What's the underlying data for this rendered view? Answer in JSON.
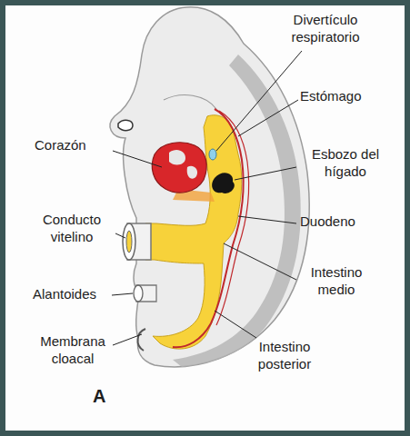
{
  "diagram": {
    "labels": [
      "Divertículo respiratorio",
      "Estómago",
      "Corazón",
      "Esbozo del hígado",
      "Conducto vitelino",
      "Duodeno",
      "Intestino medio",
      "Alantoides",
      "Intestino posterior",
      "Membrana cloacal",
      "A"
    ]
  }
}
